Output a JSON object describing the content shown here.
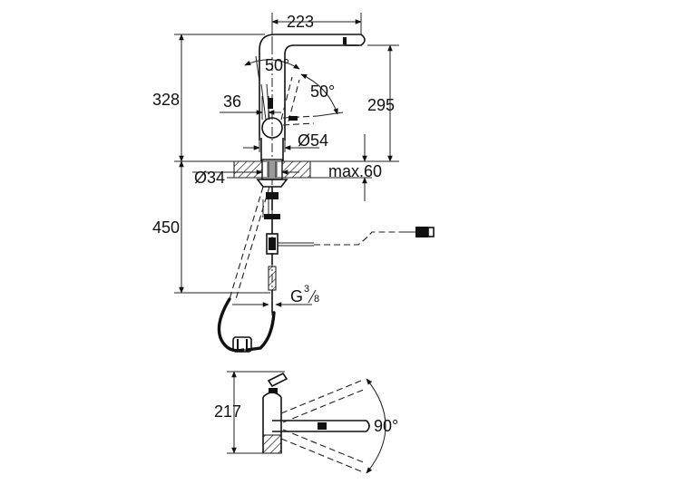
{
  "dimensions": {
    "spout_reach": "223",
    "total_height": "328",
    "spout_height": "295",
    "lever_angle": "50°",
    "spout_angle": "50°",
    "lever_offset": "36",
    "body_diameter": "Ø54",
    "hole_diameter": "Ø34",
    "max_deck": "max.60",
    "hose_length": "450",
    "thread_base": "G",
    "thread_num": "3",
    "thread_den": "8",
    "plan_height": "217",
    "swivel_angle": "90°"
  }
}
